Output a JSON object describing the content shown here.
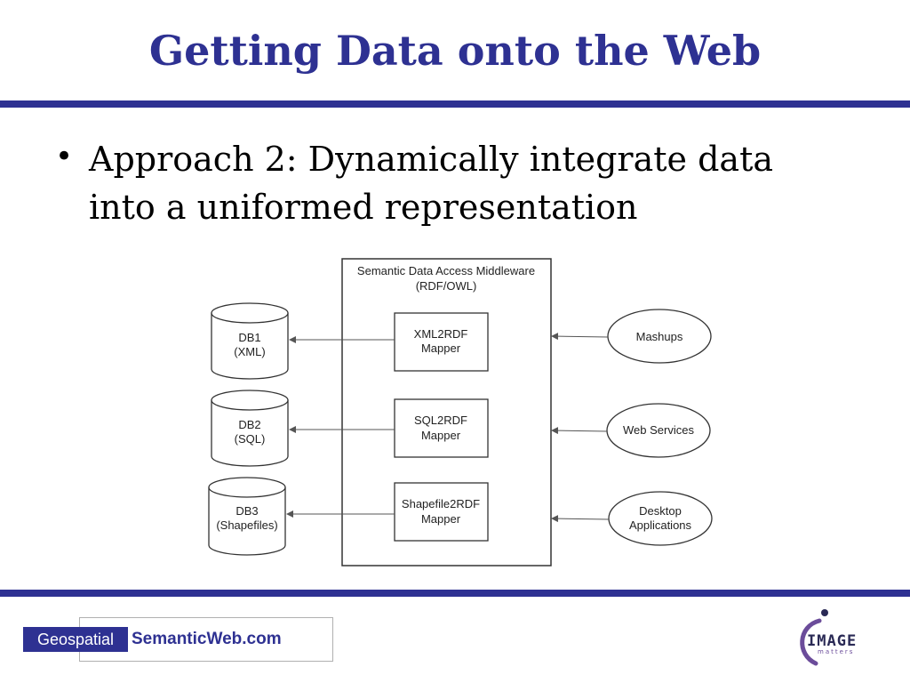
{
  "slide": {
    "title": "Getting Data onto the Web",
    "bullet_lines": [
      "Approach 2: Dynamically integrate data",
      "into a uniformed representation"
    ]
  },
  "diagram": {
    "middleware": {
      "title_line1": "Semantic Data Access Middleware",
      "title_line2": "(RDF/OWL)"
    },
    "databases": [
      {
        "line1": "DB1",
        "line2": "(XML)"
      },
      {
        "line1": "DB2",
        "line2": "(SQL)"
      },
      {
        "line1": "DB3",
        "line2": "(Shapefiles)"
      }
    ],
    "mappers": [
      {
        "line1": "XML2RDF",
        "line2": "Mapper"
      },
      {
        "line1": "SQL2RDF",
        "line2": "Mapper"
      },
      {
        "line1": "Shapefile2RDF",
        "line2": "Mapper"
      }
    ],
    "clients": [
      {
        "line1": "Mashups",
        "line2": ""
      },
      {
        "line1": "Web Services",
        "line2": ""
      },
      {
        "line1": "Desktop",
        "line2": "Applications"
      }
    ]
  },
  "footer": {
    "geo_label": "Geospatial",
    "site_label": "SemanticWeb.com",
    "logo_main": "IMAGE",
    "logo_sub": "matters"
  },
  "colors": {
    "accent": "#2e3192",
    "logo_purple": "#6b4c9a",
    "logo_dark": "#2a2a55"
  }
}
